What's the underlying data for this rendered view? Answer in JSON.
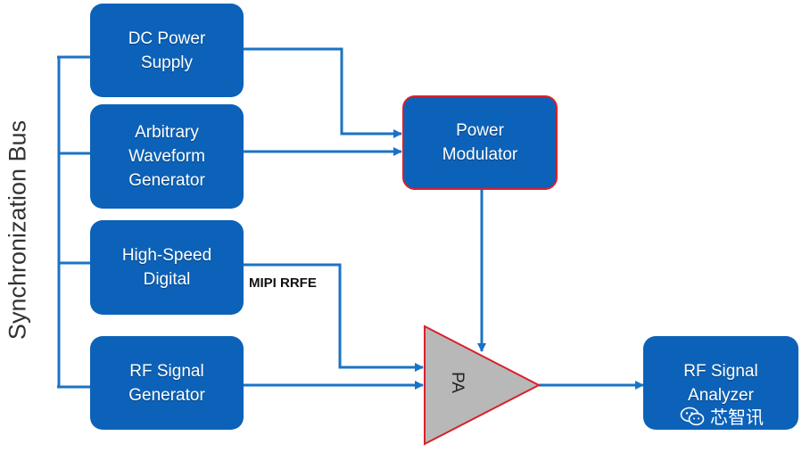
{
  "diagram": {
    "bus_label": "Synchronization Bus",
    "boxes": {
      "dc_power_supply": "DC Power\nSupply",
      "arbitrary_waveform_generator": "Arbitrary\nWaveform\nGenerator",
      "high_speed_digital": "High-Speed\nDigital",
      "rf_signal_generator": "RF Signal\nGenerator",
      "power_modulator": "Power\nModulator",
      "rf_signal_analyzer": "RF Signal\nAnalyzer"
    },
    "pa_label": "PA",
    "mipi_label": "MIPI RRFE"
  },
  "watermark": {
    "text": "芯智讯",
    "icon": "wechat-icon"
  },
  "colors": {
    "box_fill": "#0c62b8",
    "line": "#1a73c6",
    "modulator_border": "#d8212b",
    "pa_fill": "#b8b8b8",
    "pa_border": "#d8212b"
  }
}
